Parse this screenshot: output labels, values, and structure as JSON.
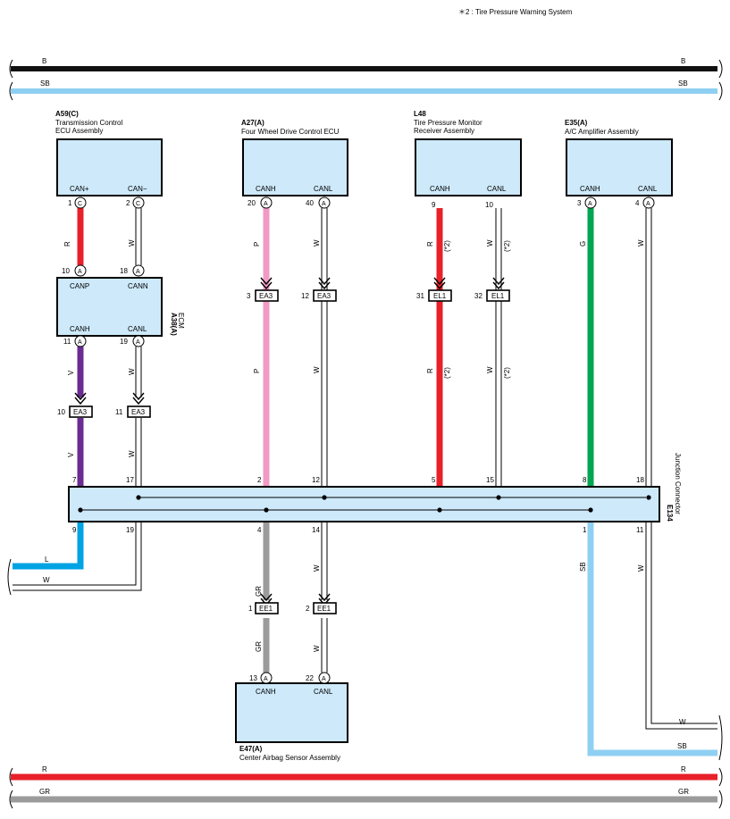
{
  "note": "＊2 : Tire Pressure Warning System",
  "buses_top": {
    "b": "B",
    "sb": "SB"
  },
  "buses_bottom": {
    "r": "R",
    "gr": "GR"
  },
  "side_wires": {
    "l": "L",
    "w_left": "W",
    "w_right": "W",
    "sb_right": "SB"
  },
  "colors": {
    "black": "#111111",
    "sky": "#8fd0f2",
    "red": "#e8202a",
    "violet": "#6a2c91",
    "pink": "#f29ac4",
    "green": "#00a651",
    "gray": "#9b9b9c",
    "blue": "#00a3e4",
    "box_fill": "#cde9fa"
  },
  "components": {
    "a59": {
      "code": "A59(C)",
      "name1": "Transmission Control",
      "name2": "ECU Assembly",
      "pin_a": "CAN+",
      "pin_b": "CAN−"
    },
    "a27": {
      "code": "A27(A)",
      "name1": "Four Wheel Drive Control ECU",
      "pin_a": "CANH",
      "pin_b": "CANL"
    },
    "l48": {
      "code": "L48",
      "name1": "Tire Pressure Monitor",
      "name2": "Receiver Assembly",
      "pin_a": "CANH",
      "pin_b": "CANL"
    },
    "e35": {
      "code": "E35(A)",
      "name1": "A/C Amplifier Assembly",
      "pin_a": "CANH",
      "pin_b": "CANL"
    },
    "a38": {
      "code": "A38(A)",
      "name": "ECM",
      "pin_p": "CANP",
      "pin_n": "CANN",
      "pin_h": "CANH",
      "pin_l": "CANL"
    },
    "e47": {
      "code": "E47(A)",
      "name": "Center Airbag Sensor Assembly",
      "pin_a": "CANH",
      "pin_b": "CANL"
    },
    "e134": {
      "code": "E134",
      "name": "Junction Connector"
    }
  },
  "pins": {
    "a59_1": "1",
    "a59_2": "2",
    "a59_c": "C",
    "a38_10": "10",
    "a38_18": "18",
    "a38_11": "11",
    "a38_19": "19",
    "a": "A",
    "ea3_10": "10",
    "ea3_11": "11",
    "ea3_3": "3",
    "ea3_12": "12",
    "a27_20": "20",
    "a27_40": "40",
    "l48_9": "9",
    "l48_10": "10",
    "el1_31": "31",
    "el1_32": "32",
    "e35_3": "3",
    "e35_4": "4",
    "jc_7": "7",
    "jc_17": "17",
    "jc_2": "2",
    "jc_12": "12",
    "jc_5": "5",
    "jc_15": "15",
    "jc_8": "8",
    "jc_18": "18",
    "jc_9": "9",
    "jc_19": "19",
    "jc_4": "4",
    "jc_14": "14",
    "jc_1": "1",
    "jc_11": "11",
    "ee1_1": "1",
    "ee1_2": "2",
    "e47_13": "13",
    "e47_22": "22"
  },
  "connectors": {
    "ea3": "EA3",
    "el1": "EL1",
    "ee1": "EE1"
  },
  "wire_labels": {
    "r": "R",
    "w": "W",
    "v": "V",
    "p": "P",
    "g": "G",
    "gr": "GR",
    "sb": "SB",
    "l": "L",
    "note2": "(*2)"
  }
}
